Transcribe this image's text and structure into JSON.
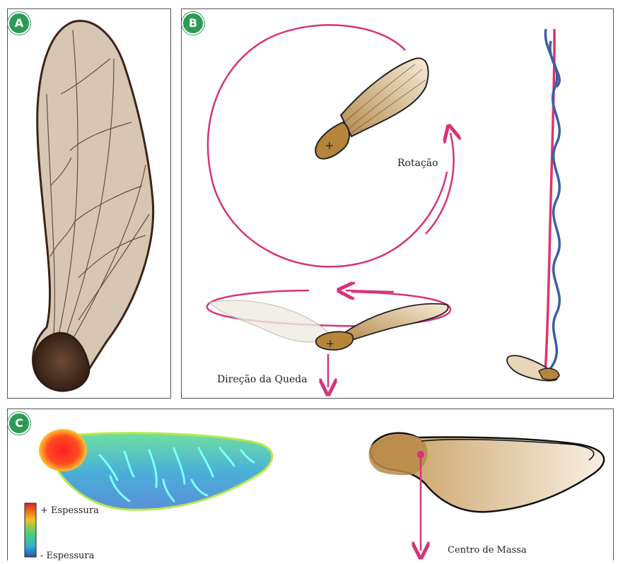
{
  "panels": {
    "a": {
      "badge": "A"
    },
    "b": {
      "badge": "B",
      "rotation_label": "Rotação",
      "fall_label": "Direção da Queda"
    },
    "c": {
      "badge": "C",
      "thickness_high": "+ Espessura",
      "thickness_low": "- Espessura",
      "center_of_mass_label": "Centro de Massa"
    }
  },
  "colors": {
    "badge": "#2f9a56",
    "arrow": "#d6337a",
    "wing_tan": "#c9a56b",
    "seed_brown": "#b5853b",
    "path_blue": "#3a5fa8",
    "path_pink": "#e0336d"
  },
  "icons": {
    "center_marker": "plus-icon"
  }
}
